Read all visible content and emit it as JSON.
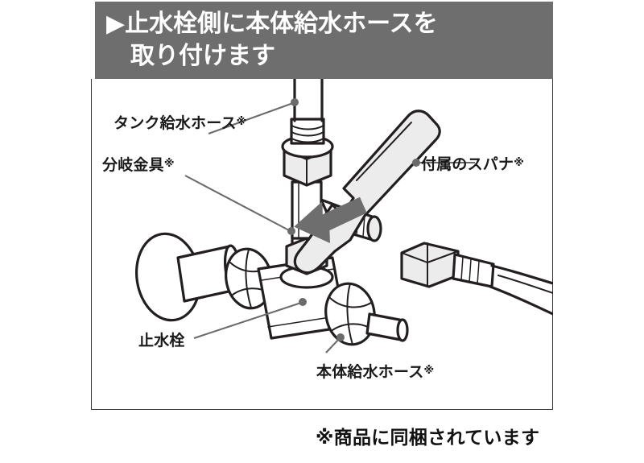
{
  "header": {
    "bullet_icon": "play-triangle-icon",
    "title": "▶止水栓側に本体給水ホースを\n　取り付けます",
    "title_line1": "▶止水栓側に本体給水ホースを",
    "title_line2": "取り付けます",
    "background_color": "#6e6e6e",
    "text_color": "#ffffff"
  },
  "diagram": {
    "frame_border_color": "#3a3634",
    "line_color": "#231f20",
    "fill_color": "#ffffff",
    "shade_color": "#eeeeee",
    "arrow_color": "#6e6e6e",
    "leader_color": "#6b6b6b",
    "arrow_icon": "arrow-up-left-icon",
    "labels": [
      {
        "id": "tank-hose",
        "text": "タンク給水ホース",
        "mark": "※"
      },
      {
        "id": "branch-fitting",
        "text": "分岐金具",
        "mark": "※"
      },
      {
        "id": "spanner",
        "text": "付属のスパナ",
        "mark": "※"
      },
      {
        "id": "stopcock",
        "text": "止水栓",
        "mark": ""
      },
      {
        "id": "main-hose",
        "text": "本体給水ホース",
        "mark": "※"
      }
    ],
    "parts": [
      "tank-water-supply-hose",
      "branch-fitting",
      "included-spanner",
      "stopcock-valve",
      "main-water-supply-hose",
      "wall-flange"
    ]
  },
  "footer": {
    "note": "※商品に同梱されています"
  }
}
